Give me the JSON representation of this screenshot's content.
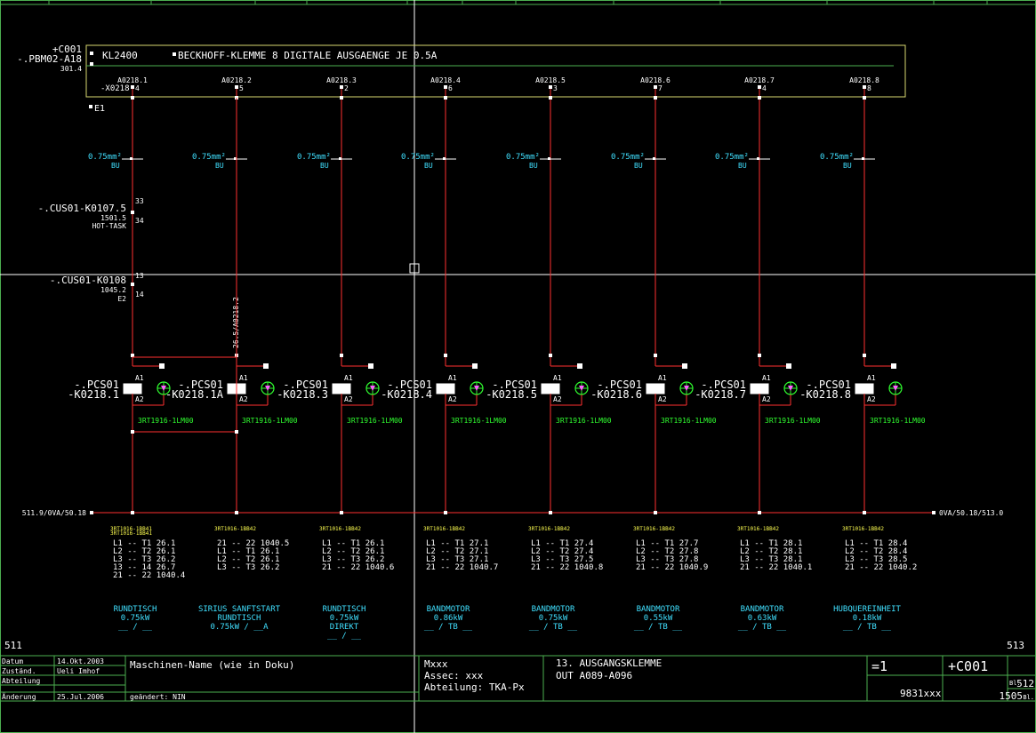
{
  "colors": {
    "background": "#000000",
    "frame": "#4caf50",
    "text_white": "#ffffff",
    "wire_red": "#ff3030",
    "cyan": "#40e0ff",
    "green": "#30ff30",
    "yellow": "#ffff50",
    "box_yellow": "#d8d870",
    "crosshair": "#ffffff"
  },
  "header": {
    "location": "+C001",
    "device": "-.PBM02-A18",
    "ref": "301.4",
    "module_code": "KL2400",
    "module_desc": "BECKHOFF-KLEMME 8 DIGITALE AUSGAENGE JE 0.5A",
    "connector": "-X0218",
    "e_label": "E1"
  },
  "channels": [
    {
      "address": "A0218.1",
      "pin": "4",
      "wire": "0.75mm²",
      "color": "BU",
      "coil_label": "-.PCS01\n-K0218.1",
      "part": "3RT1916-1LM00",
      "aux_title": "3RT1016-1BB41\n3RT1016-1BB41",
      "contacts": [
        "L1 -- T1   26.1",
        "L2 -- T2   26.1",
        "L3 -- T3   26.2",
        "13 -- 14   26.7",
        "21 -- 22   1040.4"
      ],
      "load": [
        "RUNDTISCH",
        "0.75kW",
        "__ / __"
      ]
    },
    {
      "address": "A0218.2",
      "pin": "5",
      "wire": "0.75mm²",
      "color": "BU",
      "coil_label": "-.PCS01\n-K0218.1A",
      "part": "3RT1916-1LM00",
      "aux_title": "3RT1016-1BB42",
      "contacts": [
        "21 -- 22   1040.5",
        "L1 -- T1   26.1",
        "L2 -- T2   26.1",
        "L3 -- T3   26.2"
      ],
      "load": [
        "SIRIUS SANFTSTART",
        "RUNDTISCH",
        "0.75kW / __A"
      ]
    },
    {
      "address": "A0218.3",
      "pin": "2",
      "wire": "0.75mm²",
      "color": "BU",
      "coil_label": "-.PCS01\n-K0218.3",
      "part": "3RT1916-1LM00",
      "aux_title": "3RT1016-1BB42",
      "contacts": [
        "L1 -- T1   26.1",
        "L2 -- T2   26.1",
        "L3 -- T3   26.2",
        "21 -- 22   1040.6"
      ],
      "load": [
        "RUNDTISCH",
        "0.75kW",
        "DIREKT",
        "__ / __"
      ]
    },
    {
      "address": "A0218.4",
      "pin": "6",
      "wire": "0.75mm²",
      "color": "BU",
      "coil_label": "-.PCS01\n-K0218.4",
      "part": "3RT1916-1LM00",
      "aux_title": "3RT1016-1BB42",
      "contacts": [
        "L1 -- T1   27.1",
        "L2 -- T2   27.1",
        "L3 -- T3   27.1",
        "21 -- 22   1040.7"
      ],
      "load": [
        "BANDMOTOR",
        "0.86kW",
        "__ / TB __"
      ]
    },
    {
      "address": "A0218.5",
      "pin": "3",
      "wire": "0.75mm²",
      "color": "BU",
      "coil_label": "-.PCS01\n-K0218.5",
      "part": "3RT1916-1LM00",
      "aux_title": "3RT1016-1BB42",
      "contacts": [
        "L1 -- T1   27.4",
        "L2 -- T2   27.4",
        "L3 -- T3   27.5",
        "21 -- 22   1040.8"
      ],
      "load": [
        "BANDMOTOR",
        "0.75kW",
        "__ / TB __"
      ]
    },
    {
      "address": "A0218.6",
      "pin": "7",
      "wire": "0.75mm²",
      "color": "BU",
      "coil_label": "-.PCS01\n-K0218.6",
      "part": "3RT1916-1LM00",
      "aux_title": "3RT1016-1BB42",
      "contacts": [
        "L1 -- T1   27.7",
        "L2 -- T2   27.8",
        "L3 -- T3   27.8",
        "21 -- 22   1040.9"
      ],
      "load": [
        "BANDMOTOR",
        "0.55kW",
        "__ / TB __"
      ]
    },
    {
      "address": "A0218.7",
      "pin": "4",
      "wire": "0.75mm²",
      "color": "BU",
      "coil_label": "-.PCS01\n-K0218.7",
      "part": "3RT1916-1LM00",
      "aux_title": "3RT1016-1BB42",
      "contacts": [
        "L1 -- T1   28.1",
        "L2 -- T2   28.1",
        "L3 -- T3   28.1",
        "21 -- 22   1040.1"
      ],
      "load": [
        "BANDMOTOR",
        "0.63kW",
        "__ / TB __"
      ]
    },
    {
      "address": "A0218.8",
      "pin": "8",
      "wire": "0.75mm²",
      "color": "BU",
      "coil_label": "-.PCS01\n-K0218.8",
      "part": "3RT1916-1LM00",
      "aux_title": "3RT1016-1BB42",
      "contacts": [
        "L1 -- T1   28.4",
        "L2 -- T2   28.4",
        "L3 -- T3   28.5",
        "21 -- 22   1040.2"
      ],
      "load": [
        "HUBQUEREINHEIT",
        "0.18kW",
        "__ / TB __"
      ]
    }
  ],
  "interlocks": {
    "k0107": {
      "label": "-.CUS01-K0107.5",
      "ref": "1501.5",
      "note": "HOT-TASK",
      "t1": "33",
      "t2": "34"
    },
    "k0108": {
      "label": "-.CUS01-K0108",
      "ref": "1045.2",
      "note": "E2",
      "t1": "13",
      "t2": "14"
    },
    "cross_ref": "26.5/A0218.2"
  },
  "coil_terms": {
    "a1": "A1",
    "a2": "A2"
  },
  "bus": {
    "left": "511.9/0VA/50.18",
    "right": "0VA/50.18/513.0"
  },
  "page": {
    "prev": "511",
    "next": "513"
  },
  "title_block": {
    "rows": [
      {
        "label": "Datum",
        "value": "14.Okt.2003"
      },
      {
        "label": "Zuständ.",
        "value": "Ueli Imhof"
      },
      {
        "label": "Abteilung",
        "value": ""
      },
      {
        "label": "Änderung",
        "value": "25.Jul.2006"
      }
    ],
    "changed": "geändert:  NIN",
    "machine": "Maschinen-Name (wie in Doku)",
    "project": [
      "Mxxx",
      "Assec: xxx",
      "Abteilung: TKA-Px"
    ],
    "sheet_title": [
      "13. AUSGANGSKLEMME",
      "OUT A089-A096"
    ],
    "func": "=1",
    "loc": "+C001",
    "drawing_no": "9831xxx",
    "bl_label1": "Bl.",
    "sheet": "512",
    "total": "1505",
    "bl_label2": "Bl."
  }
}
